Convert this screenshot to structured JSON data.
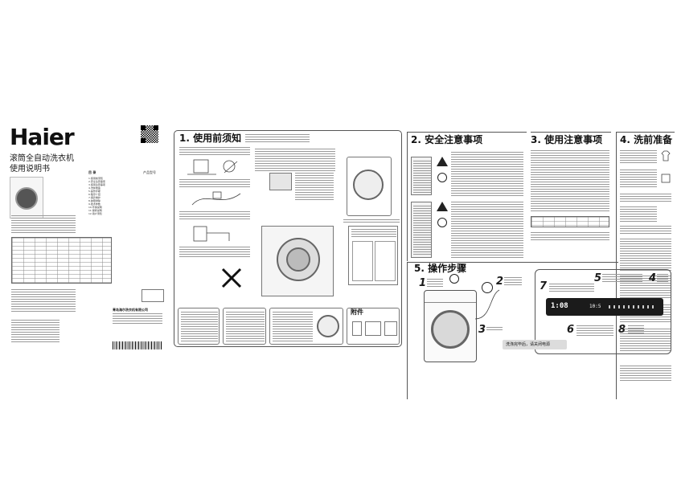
{
  "cover": {
    "brand": "Haier",
    "title_line1": "滚筒全自动洗衣机",
    "title_line2": "使用说明书",
    "toc_label": "目 录",
    "model_label": "产品型号",
    "company": "青岛海尔洗衣机有限公司",
    "toc_items": [
      "1.使用前须知",
      "2.安全注意事项",
      "3.使用注意事项",
      "4.洗前准备",
      "5.操作步骤",
      "6.程序介绍",
      "7.保养维护",
      "8.故障排除",
      "9.技术参数",
      "10.环保说明",
      "11.保修说明",
      "12.用户须知"
    ]
  },
  "sections": {
    "s1": "1. 使用前须知",
    "s2": "2. 安全注意事项",
    "s3": "3. 使用注意事项",
    "s4": "4. 洗前准备",
    "s5": "5. 操作步骤",
    "accessories": "附件"
  },
  "steps": {
    "n1": "1",
    "n2": "2",
    "n3": "3",
    "n4": "4",
    "n5": "5",
    "n6": "6",
    "n7": "7",
    "n8": "8",
    "footer_note": "洗涤完毕后，请关闭电源"
  },
  "display": {
    "left_readout": "1:08",
    "mid_readout": "10:5"
  },
  "colors": {
    "ink": "#1a1a1a",
    "panel": "#1b1b1b"
  }
}
